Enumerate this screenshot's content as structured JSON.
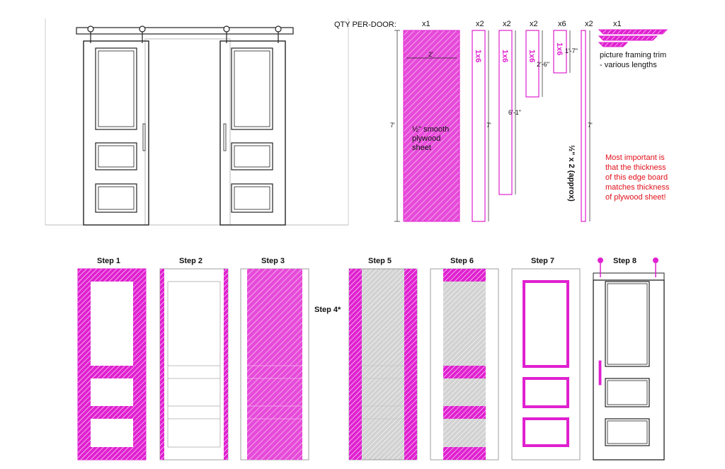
{
  "colors": {
    "magenta": "#e020d0",
    "line": "#222222",
    "annotation_red": "#e0101a",
    "plywood_gray": "#c8c8c8"
  },
  "cut_list": {
    "qty_header": "QTY PER-DOOR:",
    "qty": [
      "x1",
      "x2",
      "x2",
      "x2",
      "x6",
      "x2",
      "x1"
    ],
    "plywood_label": "½\" smooth plywood sheet",
    "plywood_width": "2'",
    "height_7": "7'",
    "board_1x6": "1x6",
    "dim_6_1": "6'-1\"",
    "dim_2_6": "2'-6\"",
    "dim_1_7": "1'-7\"",
    "edge_board_label": "½\" x 2 (approx)",
    "trim_label_1": "picture framing trim",
    "trim_label_2": "- various lengths",
    "note_lines": [
      "Most important is",
      "that the thickness",
      "of this edge board",
      "matches thickness",
      "of plywood sheet!"
    ]
  },
  "steps": [
    "Step 1",
    "Step 2",
    "Step 3",
    "Step 4*",
    "Step 5",
    "Step 6",
    "Step 7",
    "Step 8"
  ]
}
